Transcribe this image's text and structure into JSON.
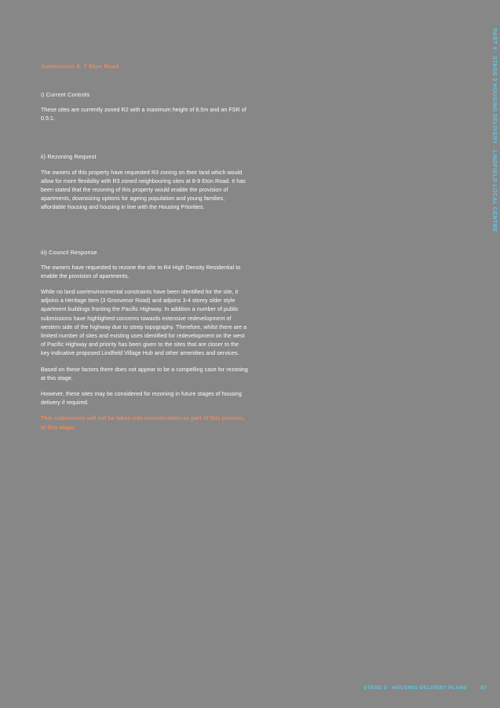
{
  "document": {
    "submission_heading": "Submission 8: 7 Eton Road",
    "sections": [
      {
        "heading": "i)  Current Controls",
        "paragraphs": [
          "These sites are currently zoned R2 with a maximum height of 8.5m and an FSR of 0.5:1."
        ]
      },
      {
        "heading": "ii) Rezoning Request",
        "paragraphs": [
          "The owners of this property have requested R3 zoning on their land which would allow for more flexibility with R3 zoned neighbouring sites at 8-9 Eton Road. It has been stated that the rezoning of this property would enable the provision of apartments, downsizing options for ageing population and young families, affordable housing and housing in line with the Housing Priorities."
        ]
      },
      {
        "heading": "iii) Council Response",
        "paragraphs": [
          "The owners have requested to rezone the site to R4 High Density Residential to enable the provision of apartments.",
          "While no land use/environmental constraints have been identified for the site, it adjoins a Heritage Item (3 Grosvenor Road) and adjoins 3-4 storey older style apartment buildings fronting the Pacific Highway. In addition a number of public submissions have highlighted concerns towards extensive redevelopment of western side of the highway due to steep topography. Therefore, whilst there are a limited number of sites and existing uses identified for redevelopment on the west of Pacific Highway and priority has been given to the sites that are closer to the key indicative proposed Lindfield Village Hub and other amenities and services.",
          "Based on these factors there does not appear to be a compelling case for rezoning at this stage.",
          "However, these sites may be considered for rezoning in future stages of housing delivery if required."
        ],
        "highlight": "This submission will not be taken into consideration as part of this process, at this stage."
      }
    ]
  },
  "side_tab": {
    "label": "PART 4 - STAGE 2 HOUSING DELIVERY - LINDFIELD LOCAL CENTRE"
  },
  "footer": {
    "title": "STAGE 2 - HOUSING DELIVERY PLANS",
    "page_number": "87"
  },
  "colors": {
    "background": "#878787",
    "accent_orange": "#f08a5d",
    "accent_blue": "#5ec8ea",
    "body_text": "#ffffff"
  }
}
